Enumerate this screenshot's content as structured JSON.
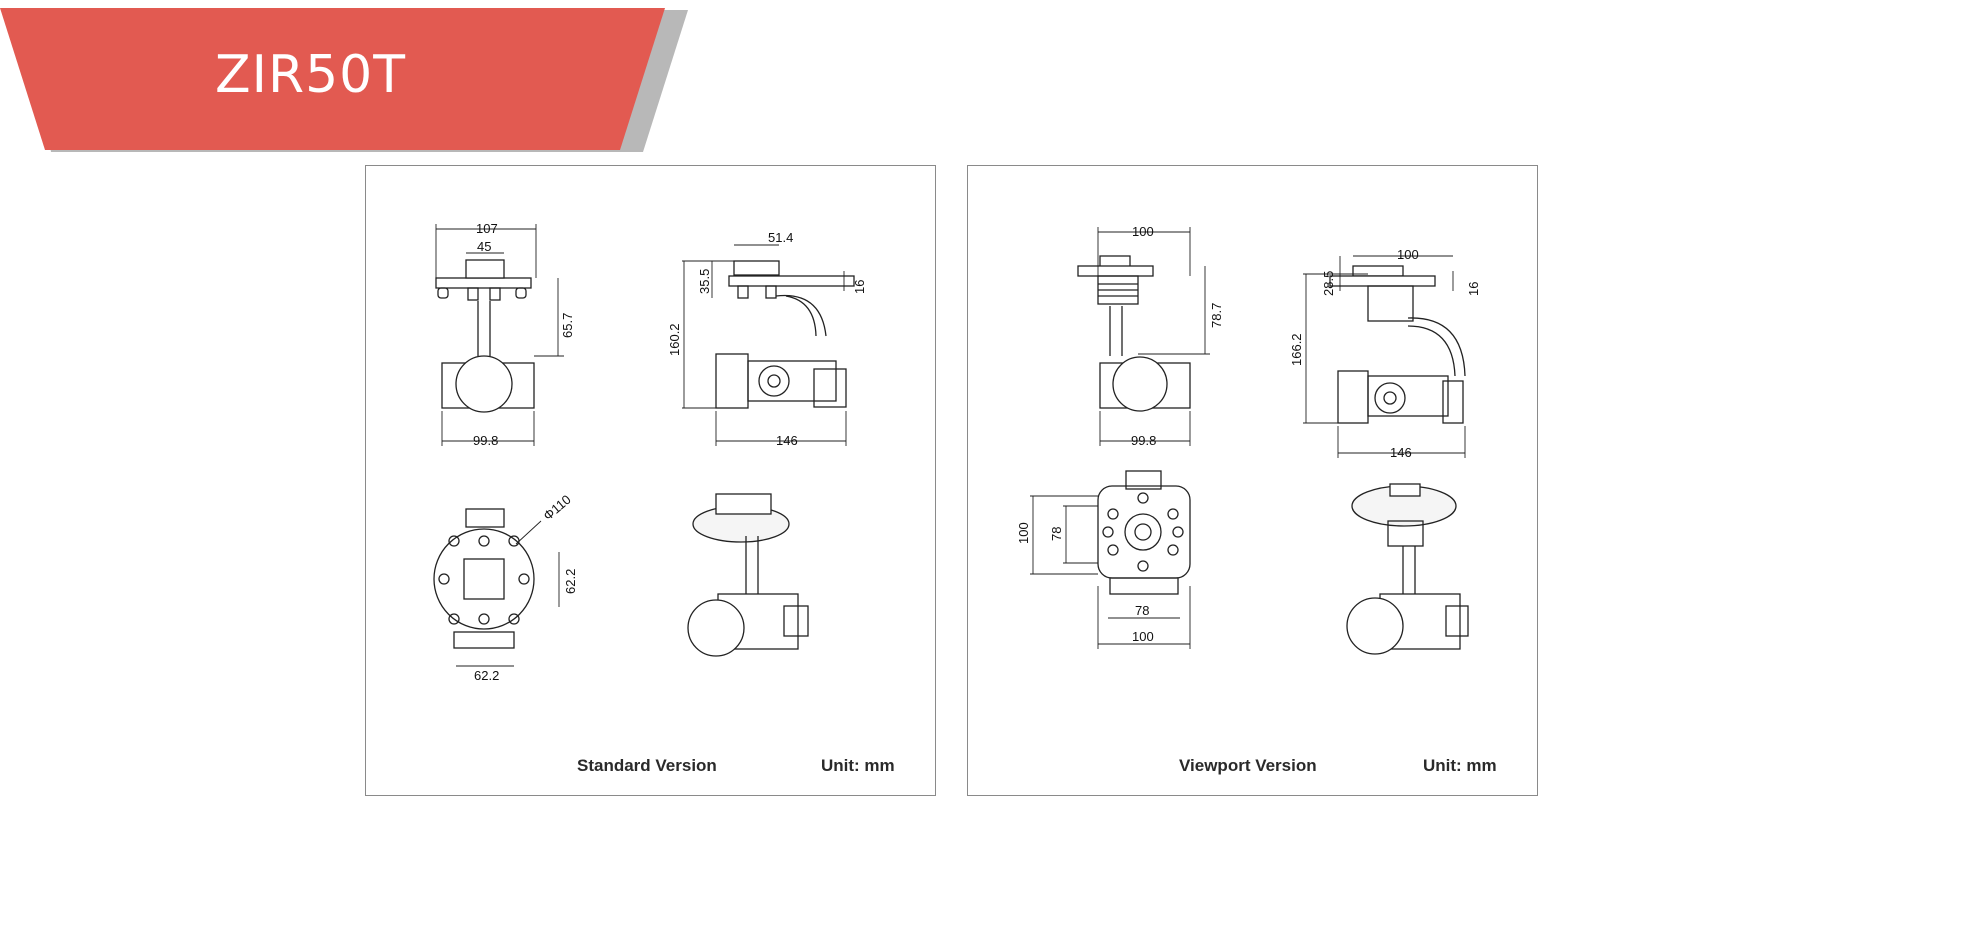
{
  "header": {
    "title": "ZIR50T",
    "banner_color": "#e25a51",
    "shadow_color": "#b8b8b8"
  },
  "panels": [
    {
      "version": "Standard Version",
      "unit": "Unit: mm",
      "dims": {
        "top_width": "107",
        "top_inner": "45",
        "height_a": "65.7",
        "bottom_width": "99.8",
        "side_top": "51.4",
        "side_offset": "35.5",
        "side_plate": "16",
        "side_height": "160.2",
        "side_length": "146",
        "diameter": "Φ110",
        "mount_height": "62.2",
        "mount_width": "62.2"
      }
    },
    {
      "version": "Viewport Version",
      "unit": "Unit: mm",
      "dims": {
        "top_width": "100",
        "height_a": "78.7",
        "bottom_width": "99.8",
        "side_top": "100",
        "side_offset": "28.5",
        "side_plate": "16",
        "side_height": "166.2",
        "side_length": "146",
        "back_height": "100",
        "back_inner": "78",
        "back_inner_w": "78",
        "back_width": "100"
      }
    }
  ]
}
